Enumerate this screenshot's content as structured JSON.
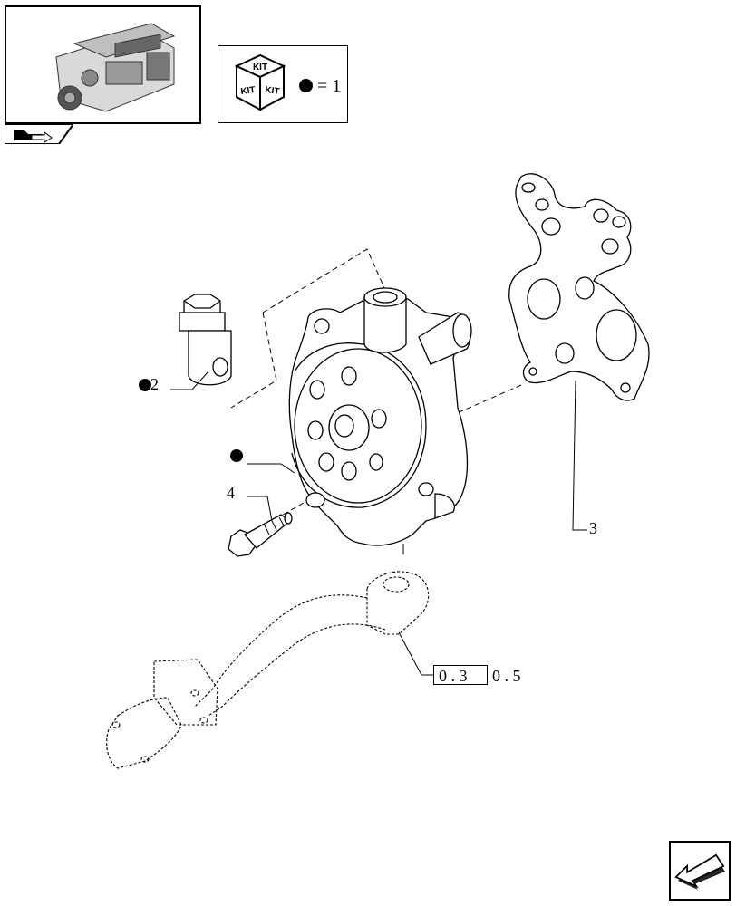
{
  "thumbnail": {
    "icon": "engine-icon"
  },
  "nav_tab": {
    "icon": "folder-arrow-icon"
  },
  "kit_legend": {
    "cube_faces": [
      "KIT",
      "KIT",
      "KIT"
    ],
    "equals_text": "= 1"
  },
  "callouts": {
    "item_2": "2",
    "item_3": "3",
    "item_4": "4"
  },
  "reference": {
    "boxed": "0 . 3",
    "suffix": "0 . 5"
  },
  "nav_button": {
    "icon": "next-page-arrow-icon"
  }
}
